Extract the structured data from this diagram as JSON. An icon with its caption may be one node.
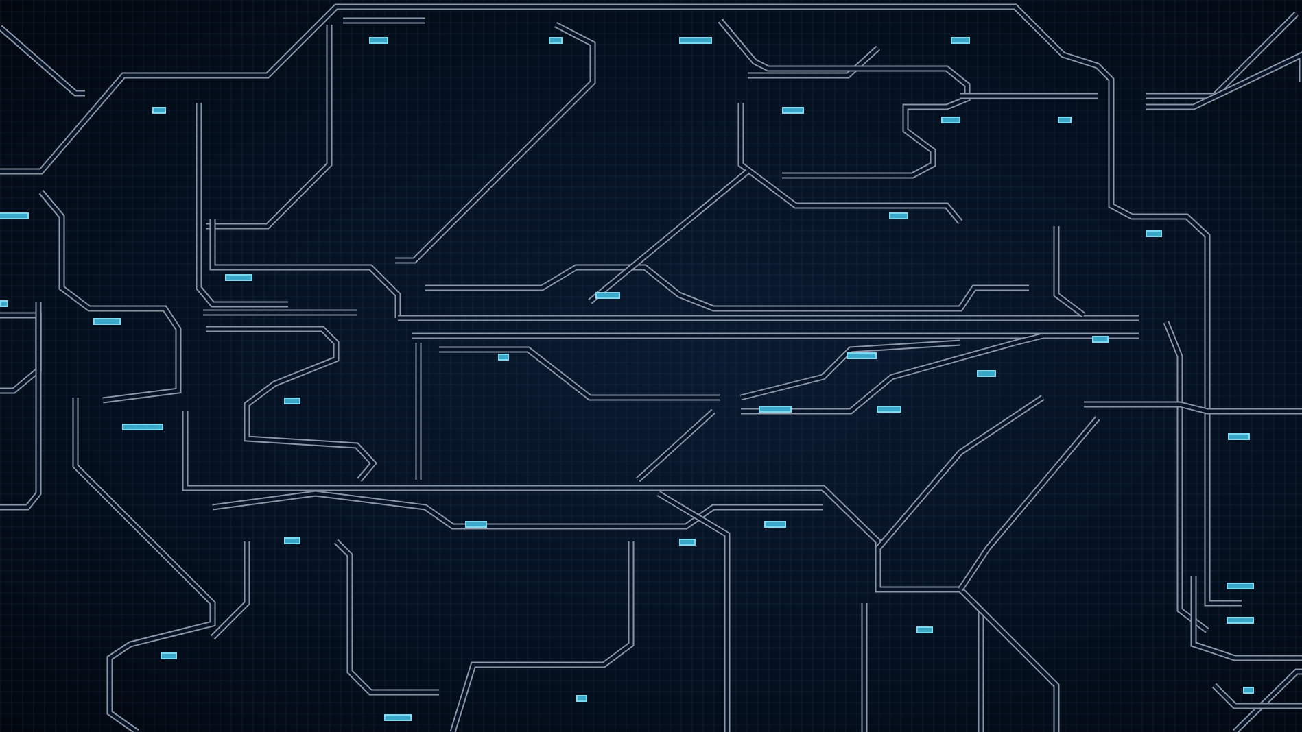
{
  "diagram": {
    "nodes": [
      {
        "text": [],
        "shape": "box"
      },
      {
        "text": [],
        "shape": "box"
      },
      {
        "text": [],
        "shape": "box"
      },
      {
        "text": [],
        "shape": "box"
      },
      {
        "text": [],
        "shape": "box"
      },
      {
        "text": [],
        "shape": "box"
      },
      {
        "text": [],
        "shape": "box"
      },
      {
        "text": [],
        "shape": "box"
      },
      {
        "text": [],
        "shape": "box"
      },
      {
        "text": [],
        "shape": "box"
      },
      {
        "text": [],
        "shape": "box"
      },
      {
        "text": [],
        "shape": "box"
      },
      {
        "text": [],
        "shape": "box"
      },
      {
        "text": [],
        "shape": "box"
      },
      {
        "text": [],
        "shape": "box"
      },
      {
        "text": [],
        "shape": "box"
      },
      {
        "text": [],
        "shape": "box"
      },
      {
        "text": [],
        "shape": "box"
      },
      {
        "text": [],
        "shape": "box"
      },
      {
        "text": [],
        "shape": "box"
      },
      {
        "text": [],
        "shape": "box"
      },
      {
        "text": [],
        "shape": "box"
      },
      {
        "text": [],
        "shape": "box"
      },
      {
        "text": [],
        "shape": "box"
      },
      {
        "text": [],
        "shape": "box"
      },
      {
        "text": [],
        "shape": "box"
      },
      {
        "text": [],
        "shape": "box"
      },
      {
        "text": [],
        "shape": "box"
      },
      {
        "text": [],
        "shape": "box"
      },
      {
        "text": [],
        "shape": "box"
      },
      {
        "text": [],
        "shape": "box"
      },
      {
        "text": [],
        "shape": "box"
      },
      {
        "text": [],
        "shape": "box"
      },
      {
        "text": [],
        "shape": "box"
      },
      {
        "text": [],
        "shape": "box"
      }
    ]
  }
}
